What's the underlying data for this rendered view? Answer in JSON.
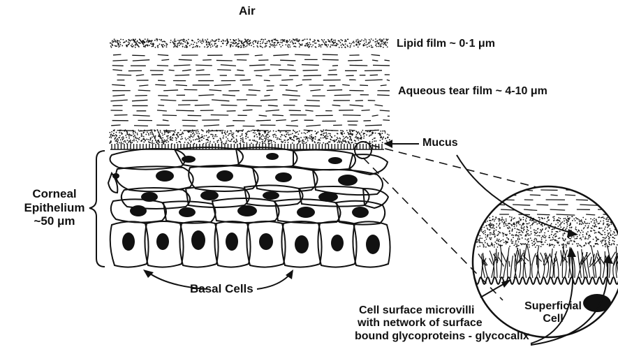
{
  "labels": {
    "air": "Air",
    "lipid_film": "Lipid film ~ 0·1 μm",
    "aqueous_film": "Aqueous tear film ~ 4-10 μm",
    "mucus": "Mucus",
    "epithelium_lines": [
      "Corneal",
      "Epithelium",
      "~50 μm"
    ],
    "basal_cells": "Basal Cells",
    "superficial_lines": [
      "Superficial",
      "Cell"
    ],
    "microvilli_lines": [
      "Cell surface microvilli",
      "with network of surface",
      "bound glycoproteins - glycocalix"
    ]
  },
  "colors": {
    "ink": "#111111",
    "paper": "#ffffff"
  }
}
